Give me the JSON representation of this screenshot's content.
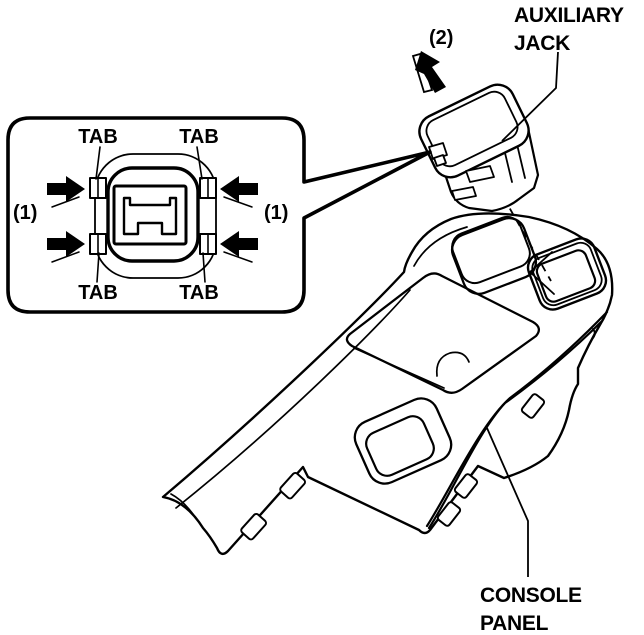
{
  "diagram": {
    "colors": {
      "line": "#000000",
      "background": "#ffffff"
    },
    "callout": {
      "tab_label": "TAB",
      "step_label": "(1)"
    },
    "jack_label": {
      "step": "(2)",
      "line1": "AUXILIARY",
      "line2": "JACK"
    },
    "console_label": {
      "line1": "CONSOLE",
      "line2": "PANEL"
    }
  }
}
